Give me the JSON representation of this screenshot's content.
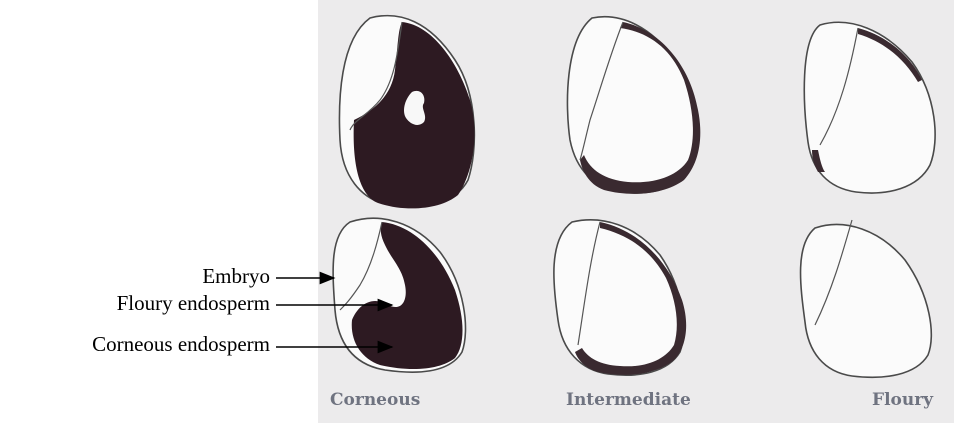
{
  "figure": {
    "captions": {
      "corneous": "Corneous",
      "intermediate": "Intermediate",
      "floury": "Floury"
    },
    "callouts": {
      "embryo": "Embryo",
      "floury_endosperm": "Floury endosperm",
      "corneous_endosperm": "Corneous endosperm"
    },
    "colors": {
      "panel_background": "#ecebec",
      "corneous_fill": "#2d1a22",
      "caption_text": "#6f7380"
    }
  }
}
